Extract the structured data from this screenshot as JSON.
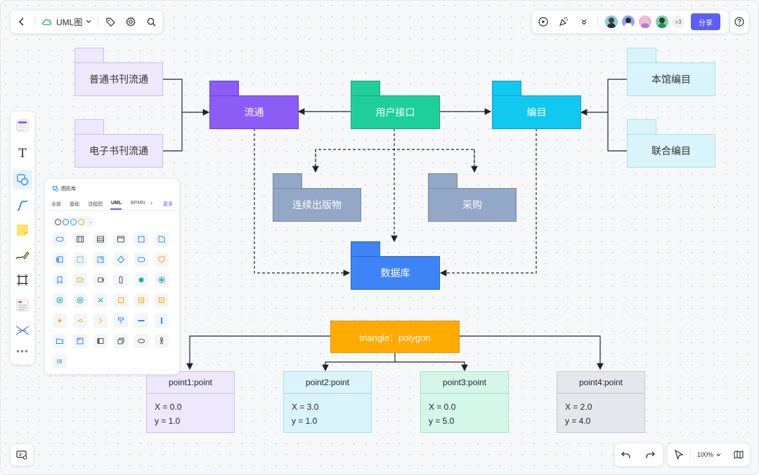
{
  "toolbar": {
    "doc_title": "UML图",
    "share_label": "分享",
    "collaborators_extra": "+3"
  },
  "zoom": {
    "value": "100%"
  },
  "colors": {
    "accent": "#5b5ef7",
    "purple": "#8b5cf6",
    "teal": "#1fcf9a",
    "cyan": "#11c8f0",
    "slate": "#93a7c6",
    "blue": "#3f84f7",
    "orange": "#ffab00"
  },
  "diagram": {
    "packages": {
      "normal_journal": "普通书刊流通",
      "ebook_journal": "电子书刊流通",
      "circulation": "流通",
      "user_interface": "用户接口",
      "cataloging": "编目",
      "local_catalog": "本馆编目",
      "union_catalog": "联合编目",
      "serial_pub": "连续出版物",
      "purchase": "采购",
      "database": "数据库"
    },
    "triangle": "triangle：polygon",
    "points": [
      {
        "title": "point1:point",
        "x": "X = 0.0",
        "y": "y = 1.0"
      },
      {
        "title": "point2:point",
        "x": "X = 3.0",
        "y": "y = 1.0"
      },
      {
        "title": "point3:point",
        "x": "X = 0.0",
        "y": "y = 5.0"
      },
      {
        "title": "point4:point",
        "x": "X = 2.0",
        "y": "y = 4.0"
      }
    ]
  },
  "shape_library": {
    "title": "图形库",
    "tabs": [
      "全部",
      "基础",
      "流程图",
      "UML",
      "BPMN",
      "更多"
    ],
    "active_tab": "UML"
  }
}
